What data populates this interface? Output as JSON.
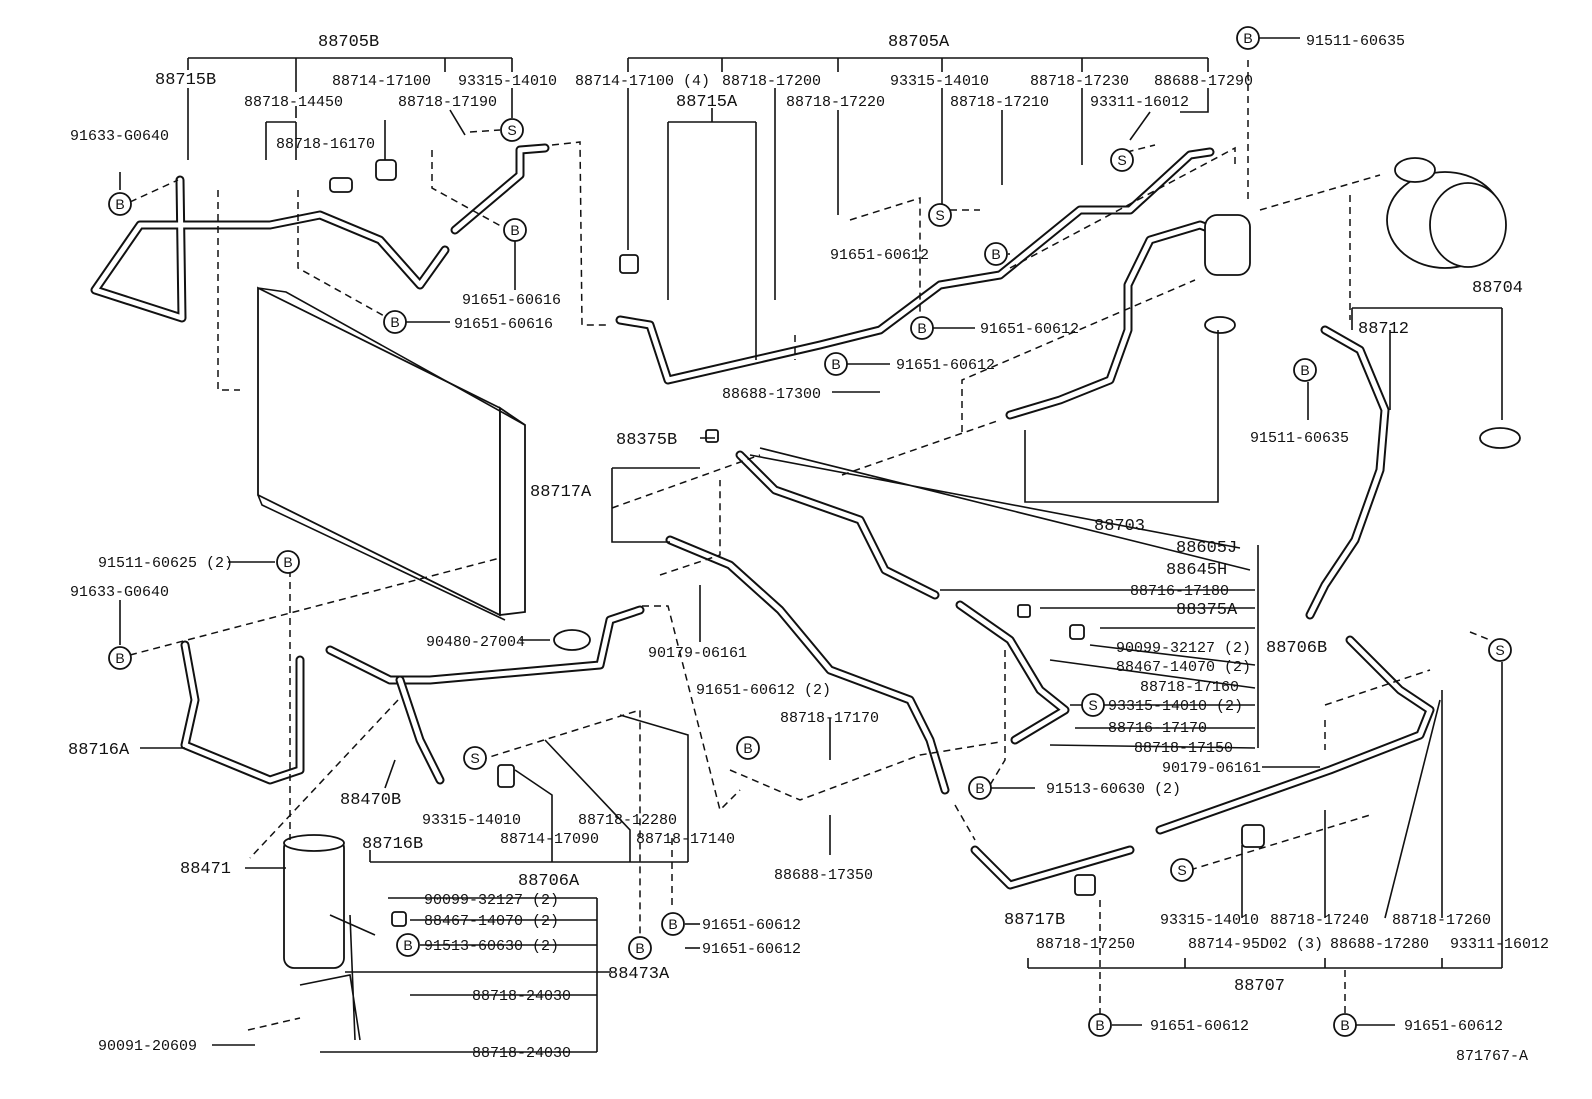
{
  "labels": {
    "l88705B": "88705B",
    "l88715B": "88715B",
    "l88714_17100a": "88714-17100",
    "l93315_14010a": "93315-14010",
    "l88718_14450": "88718-14450",
    "l88718_17190": "88718-17190",
    "l91633_g0640a": "91633-G0640",
    "l88718_16170": "88718-16170",
    "l91651_60616a": "91651-60616",
    "l91651_60616b": "91651-60616",
    "l88705A": "88705A",
    "l91511_60635a": "91511-60635",
    "l88714_17100_4": "88714-17100 (4)",
    "l88718_17200": "88718-17200",
    "l93315_14010b": "93315-14010",
    "l88718_17230": "88718-17230",
    "l88688_17290": "88688-17290",
    "l88715A": "88715A",
    "l88718_17220": "88718-17220",
    "l88718_17210": "88718-17210",
    "l93311_16012a": "93311-16012",
    "l91651_60612a": "91651-60612",
    "l88704": "88704",
    "l91651_60612b": "91651-60612",
    "l88712": "88712",
    "l91651_60612c": "91651-60612",
    "l88688_17300": "88688-17300",
    "l91511_60635b": "91511-60635",
    "l88375B": "88375B",
    "l88717A": "88717A",
    "l88703": "88703",
    "l88605J": "88605J",
    "l88645H": "88645H",
    "l88716_17180": "88716-17180",
    "l91511_60625": "91511-60625 (2)",
    "l91633_g0640b": "91633-G0640",
    "l88375A": "88375A",
    "l90099_32127a": "90099-32127 (2)",
    "l90480_27004": "90480-27004",
    "l90179_06161a": "90179-06161",
    "l88467_14070a": "88467-14070 (2)",
    "l88706B": "88706B",
    "l88718_17160": "88718-17160",
    "l91651_60612_2": "91651-60612 (2)",
    "l93315_14010_2": "93315-14010 (2)",
    "l88716A": "88716A",
    "l88718_17170": "88718-17170",
    "l88716_17170": "88716-17170",
    "l88718_17150": "88718-17150",
    "l90179_06161b": "90179-06161",
    "l88470B": "88470B",
    "l91513_60630a": "91513-60630 (2)",
    "l93315_14010c": "93315-14010",
    "l88718_12280": "88718-12280",
    "l88714_17090": "88714-17090",
    "l88718_17140": "88718-17140",
    "l88716B": "88716B",
    "l88706A": "88706A",
    "l88688_17350": "88688-17350",
    "l88471": "88471",
    "l90099_32127b": "90099-32127 (2)",
    "l88467_14070b": "88467-14070 (2)",
    "l91651_60612d": "91651-60612",
    "l91513_60630b": "91513-60630 (2)",
    "l91651_60612e": "91651-60612",
    "l88473A": "88473A",
    "l88717B": "88717B",
    "l93315_14010d": "93315-14010",
    "l88718_17240": "88718-17240",
    "l88718_17260": "88718-17260",
    "l88718_24030a": "88718-24030",
    "l88718_17250": "88718-17250",
    "l88714_95D02": "88714-95D02 (3)",
    "l88688_17280": "88688-17280",
    "l93311_16012b": "93311-16012",
    "l88707": "88707",
    "l90091_20609": "90091-20609",
    "l88718_24030b": "88718-24030",
    "l91651_60612f": "91651-60612",
    "l91651_60612g": "91651-60612",
    "l871767A": "871767-A"
  },
  "callouts": {
    "B": "B",
    "S": "S"
  }
}
